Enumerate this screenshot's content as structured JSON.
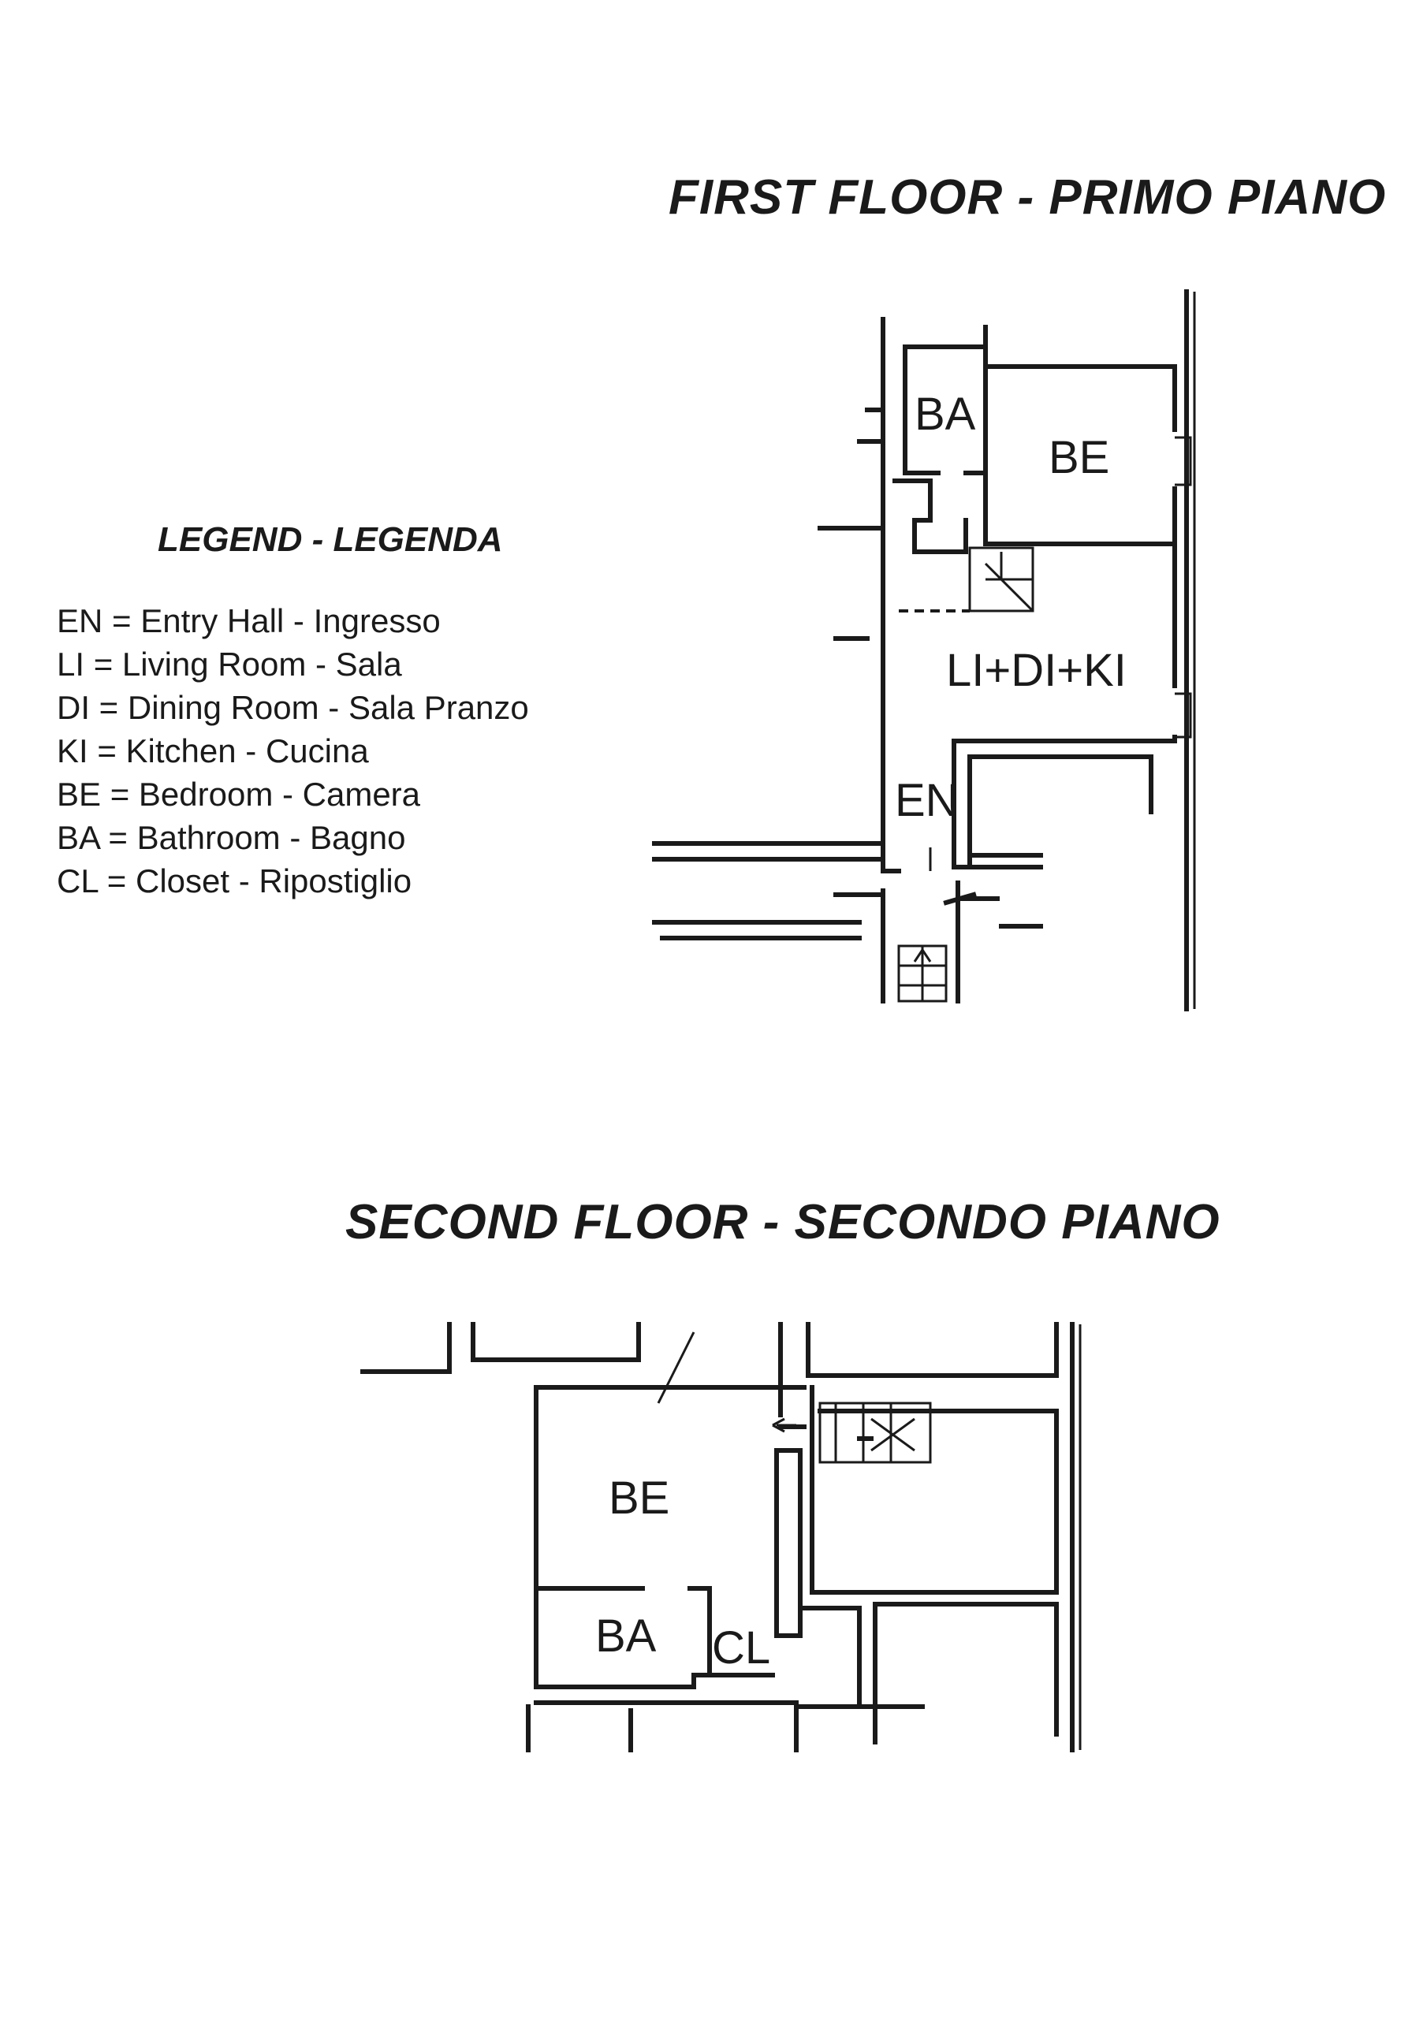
{
  "first_floor": {
    "title": "FIRST FLOOR - PRIMO PIANO",
    "rooms": {
      "ba": "BA",
      "be": "BE",
      "living": "LI+DI+KI",
      "en": "EN"
    }
  },
  "second_floor": {
    "title": "SECOND FLOOR - SECONDO PIANO",
    "rooms": {
      "be": "BE",
      "ba": "BA",
      "cl": "CL"
    }
  },
  "legend": {
    "title": "LEGEND - LEGENDA",
    "items": [
      "EN = Entry Hall - Ingresso",
      "LI = Living Room - Sala",
      "DI = Dining Room - Sala Pranzo",
      "KI = Kitchen - Cucina",
      "BE = Bedroom - Camera",
      "BA = Bathroom - Bagno",
      "CL = Closet - Ripostiglio"
    ]
  },
  "colors": {
    "ink": "#1a1a1a",
    "background": "#ffffff"
  }
}
